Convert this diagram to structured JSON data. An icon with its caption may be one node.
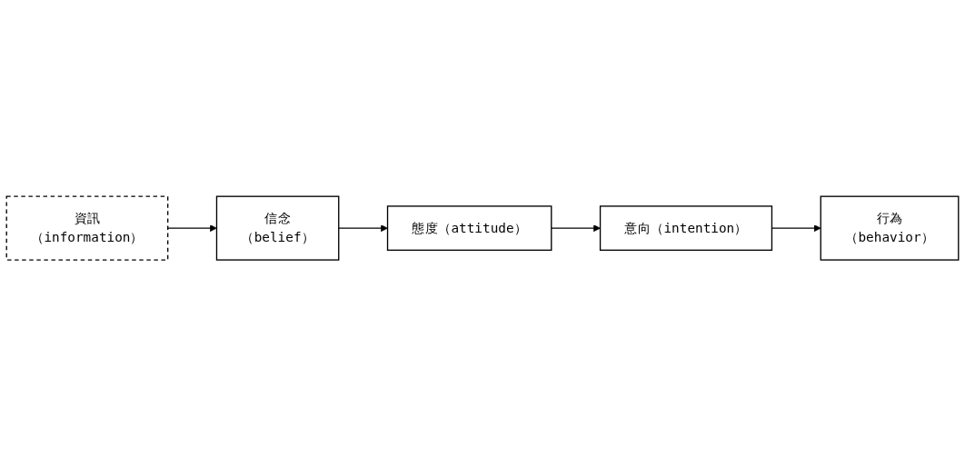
{
  "diagram": {
    "nodes": [
      {
        "text": [
          "資訊",
          "（information）"
        ]
      },
      {
        "text": [
          "信念",
          "（belief）"
        ]
      },
      {
        "text": [
          "態度（attitude）"
        ]
      },
      {
        "text": [
          "意向（intention）"
        ]
      },
      {
        "text": [
          "行為",
          "（behavior）"
        ]
      }
    ],
    "edges": [
      {
        "from": 0,
        "to": 1,
        "arrow": "to"
      },
      {
        "from": 1,
        "to": 2,
        "arrow": "to"
      },
      {
        "from": 2,
        "to": 3,
        "arrow": "to"
      },
      {
        "from": 3,
        "to": 4,
        "arrow": "to"
      }
    ]
  }
}
